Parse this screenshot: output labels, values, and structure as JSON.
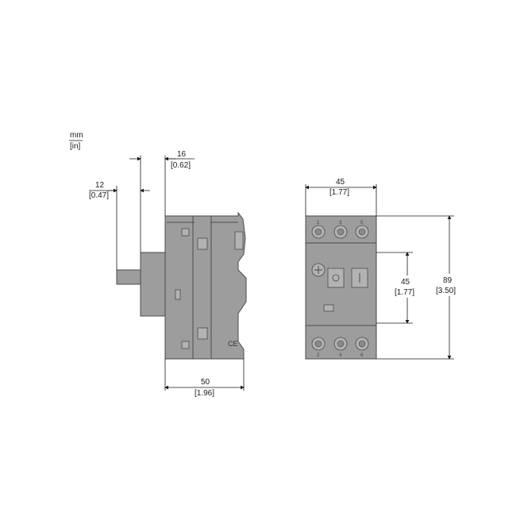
{
  "units": {
    "primary": "mm",
    "secondary": "[in]"
  },
  "side_view": {
    "dim_top": {
      "mm": "16",
      "in": "[0.62]"
    },
    "dim_shaft": {
      "mm": "12",
      "in": "[0.47]"
    },
    "dim_depth": {
      "mm": "50",
      "in": "[1.96]"
    },
    "ce_mark": "CE"
  },
  "front_view": {
    "dim_width": {
      "mm": "45",
      "in": "[1.77]"
    },
    "dim_mid": {
      "mm": "45",
      "in": "[1.77]"
    },
    "dim_height": {
      "mm": "89",
      "in": "[3.50]"
    },
    "top_terminals": [
      "1",
      "3",
      "5"
    ],
    "bottom_terminals": [
      "2",
      "4",
      "6"
    ]
  },
  "colors": {
    "body": "#9d9d9d",
    "line": "#4a4a4a",
    "text": "#1a1a1a"
  }
}
